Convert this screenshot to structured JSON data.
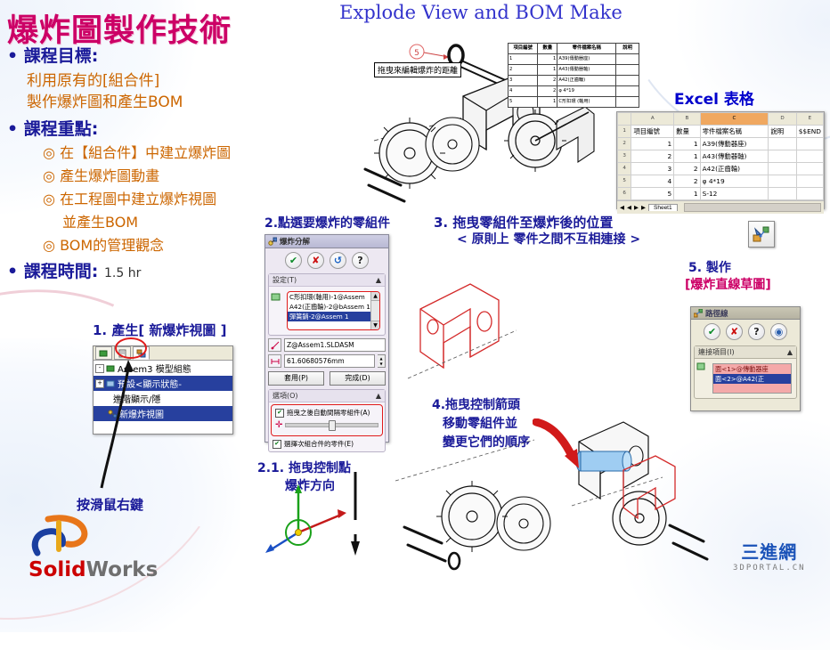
{
  "slide": {
    "title": "爆炸圖製作技術",
    "header_en": "Explode View and BOM Make"
  },
  "outline": {
    "goal_heading": "課程目標:",
    "goal_line1": "利用原有的[組合件]",
    "goal_line2": "製作爆炸圖和產生BOM",
    "focus_heading": "課程重點:",
    "focus_items": [
      "在【組合件】中建立爆炸圖",
      "產生爆炸圖動畫",
      "在工程圖中建立爆炸視圖",
      "並產生BOM",
      "BOM的管理觀念"
    ],
    "time_heading": "課程時間:",
    "time_value": "1.5 hr",
    "bullet_glyph": "•",
    "sub_glyph": "◎"
  },
  "callouts": {
    "drag_distance": "拖曳來編輯爆炸的距離",
    "balloon_number": "5",
    "right_click": "按滑鼠右鍵",
    "excel_label": "Excel 表格"
  },
  "steps": {
    "step1": "1. 產生[ 新爆炸視圖 ]",
    "step2": "2.點選要爆炸的零組件",
    "step2_1_line1": "2.1. 拖曳控制點",
    "step2_1_line2": "爆炸方向",
    "step3": "3. 拖曳零組件至爆炸後的位置",
    "step3_sub": "< 原則上 零件之間不互相連接 >",
    "step4_line1": "4.拖曳控制箭頭",
    "step4_line2": "移動零組件並",
    "step4_line3": "變更它們的順序",
    "step5_line1": "5. 製作",
    "step5_line2": "[爆炸直線草圖]"
  },
  "bom_table": {
    "headers": [
      "項目編號",
      "數量",
      "零件檔案名稱",
      "說明"
    ],
    "rows": [
      [
        "1",
        "1",
        "A39(傳動器座)",
        ""
      ],
      [
        "2",
        "1",
        "A43(傳動器軸)",
        ""
      ],
      [
        "3",
        "2",
        "A42(正齒輪)",
        ""
      ],
      [
        "4",
        "2",
        "φ 4*19",
        ""
      ],
      [
        "5",
        "1",
        "C形扣環 (軸用)",
        ""
      ]
    ]
  },
  "excel": {
    "column_letters": [
      "A",
      "B",
      "C",
      "D",
      "E"
    ],
    "selected_column": "C",
    "headers": [
      "項目編號",
      "數量",
      "零件檔案名稱",
      "說明",
      "$$END"
    ],
    "rows": [
      [
        "1",
        "1",
        "A39(傳動器座)",
        "",
        ""
      ],
      [
        "2",
        "1",
        "A43(傳動器軸)",
        "",
        ""
      ],
      [
        "3",
        "2",
        "A42(正齒輪)",
        "",
        ""
      ],
      [
        "4",
        "2",
        "φ 4*19",
        "",
        ""
      ],
      [
        "5",
        "1",
        "S-12",
        "",
        ""
      ]
    ],
    "row_numbers": [
      "1",
      "2",
      "3",
      "4",
      "5",
      "6"
    ],
    "sheet_tab": "Sheet1",
    "nav_first": "◀",
    "nav_prev": "◀",
    "nav_next": "▶",
    "nav_last": "▶"
  },
  "explode_pm": {
    "title": "爆炸分解",
    "buttons": {
      "ok": "✔",
      "cancel": "✘",
      "undo": "↺",
      "help": "?"
    },
    "section_settings": "設定(T)",
    "list_items": [
      "C形扣環(軸用)-1@Assem",
      "A42(正齒輪)-2@bAssem 1",
      "彈簧銷-2@Assem 1"
    ],
    "selected_index": 2,
    "field_ref": "Z@Assem1.SLDASM",
    "field_distance": "61.60680576mm",
    "btn_apply": "套用(P)",
    "btn_done": "完成(D)",
    "section_options": "選項(O)",
    "check1": "拖曳之後自動間隔零組件(A)",
    "check2": "選擇次組合件的零件(E)",
    "collapse_glyph": "▲"
  },
  "pathline_pm": {
    "title": "路徑線",
    "buttons": {
      "ok": "✔",
      "cancel": "✘",
      "help": "?",
      "preview": "◉"
    },
    "section": "連接項目(I)",
    "list_items": [
      "面<1>@傳動器座",
      "面<2>@A42(正"
    ],
    "selected_index": 1,
    "collapse_glyph": "▲"
  },
  "feature_tree": {
    "tabs": [
      "🟩",
      "📄",
      "🧩"
    ],
    "active_tab_index": 2,
    "rows": [
      "Assem3 模型組態",
      "預設<顯示狀態-",
      "進階顯示/隱",
      "新爆炸視圖"
    ],
    "selected_rows": [
      1,
      3
    ]
  },
  "logos": {
    "ds_mark": "3DS",
    "solid": "Solid",
    "works": "Works",
    "portal_main": "三進網",
    "portal_sub": "3DPORTAL.CN"
  },
  "colors": {
    "title_pink": "#cc0066",
    "heading_blue": "#1a1a99",
    "body_orange": "#cc6600",
    "excel_blue": "#0000cc",
    "red_highlight": "#e01b1b",
    "selection_blue": "#27409e"
  }
}
